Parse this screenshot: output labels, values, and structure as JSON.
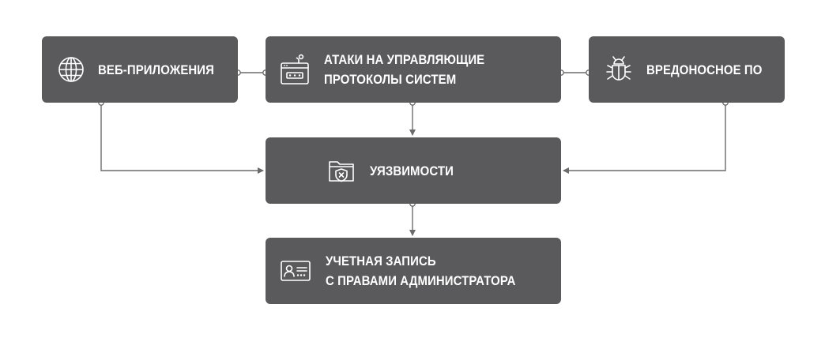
{
  "colors": {
    "node_fill": "#5a595b",
    "node_text": "#ffffff",
    "connector": "#6b6b6b",
    "background": "#ffffff"
  },
  "nodes": {
    "web": {
      "label_lines": [
        "ВЕБ-ПРИЛОЖЕНИЯ"
      ],
      "icon": "globe-icon"
    },
    "attacks": {
      "label_lines": [
        "АТАКИ НА УПРАВЛЯЮЩИЕ",
        "ПРОТОКОЛЫ СИСТЕМ"
      ],
      "icon": "password-window-icon"
    },
    "malware": {
      "label_lines": [
        "ВРЕДОНОСНОЕ ПО"
      ],
      "icon": "bug-icon"
    },
    "vulnerabilities": {
      "label_lines": [
        "УЯЗВИМОСТИ"
      ],
      "icon": "shield-folder-icon"
    },
    "admin_account": {
      "label_lines": [
        "УЧЕТНАЯ ЗАПИСЬ",
        "С ПРАВАМИ АДМИНИСТРАТОРА"
      ],
      "icon": "id-card-icon"
    }
  },
  "edges": [
    {
      "from": "web",
      "to": "attacks",
      "type": "link"
    },
    {
      "from": "attacks",
      "to": "malware",
      "type": "link"
    },
    {
      "from": "web",
      "to": "vulnerabilities",
      "type": "arrow"
    },
    {
      "from": "attacks",
      "to": "vulnerabilities",
      "type": "arrow"
    },
    {
      "from": "malware",
      "to": "vulnerabilities",
      "type": "arrow"
    },
    {
      "from": "vulnerabilities",
      "to": "admin_account",
      "type": "arrow"
    }
  ]
}
